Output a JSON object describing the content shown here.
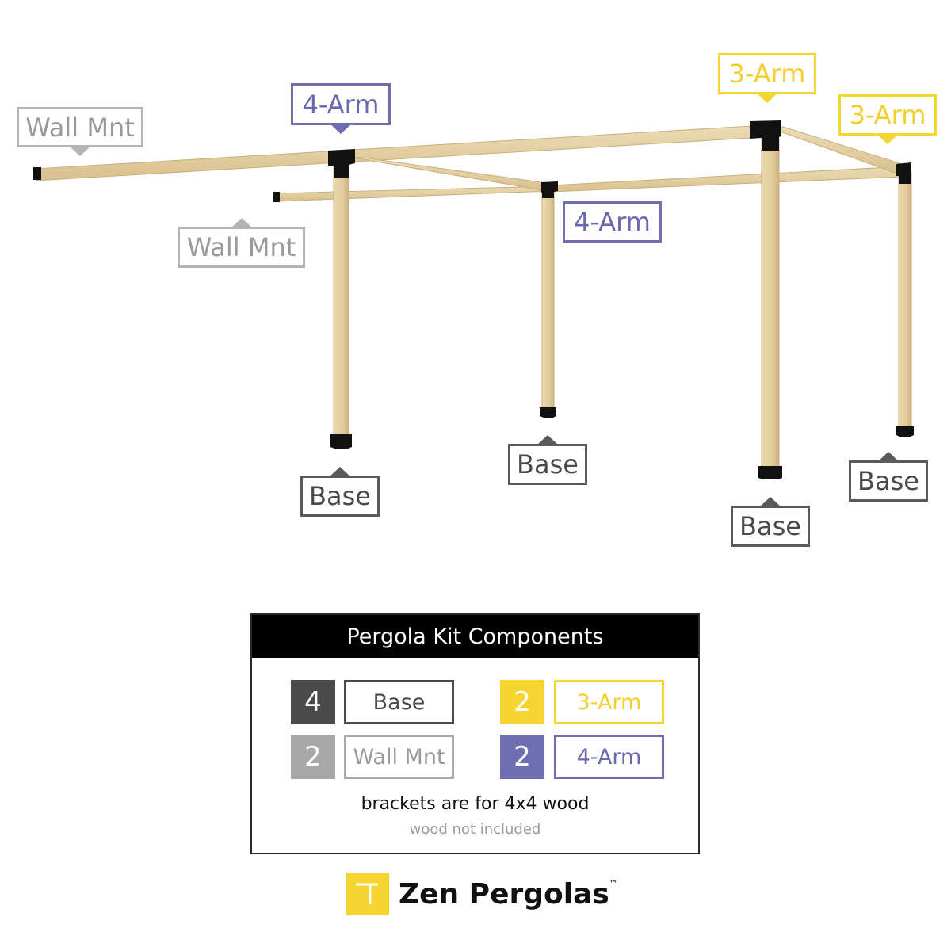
{
  "callouts": {
    "wall_mnt_top": "Wall Mnt",
    "wall_mnt_bottom": "Wall Mnt",
    "four_arm_top": "4-Arm",
    "four_arm_mid": "4-Arm",
    "three_arm_left": "3-Arm",
    "three_arm_right": "3-Arm",
    "base_1": "Base",
    "base_2": "Base",
    "base_3": "Base",
    "base_4": "Base"
  },
  "kit": {
    "title": "Pergola Kit Components",
    "items": [
      {
        "count": "4",
        "label": "Base",
        "color": "#4a4a4a"
      },
      {
        "count": "2",
        "label": "Wall Mnt",
        "color": "#a8a8a8"
      },
      {
        "count": "2",
        "label": "3-Arm",
        "color": "#f5d530"
      },
      {
        "count": "2",
        "label": "4-Arm",
        "color": "#6f6eb0"
      }
    ],
    "note": "brackets are for 4x4 wood",
    "subnote": "wood not included"
  },
  "brand": {
    "name": "Zen Pergolas",
    "tm": "™"
  },
  "colors": {
    "wood": "#e3cfa2",
    "bracket": "#111111",
    "base": "#4a4a4a",
    "wall_mnt": "#a8a8a8",
    "three_arm": "#f5d530",
    "four_arm": "#6f6eb0"
  }
}
